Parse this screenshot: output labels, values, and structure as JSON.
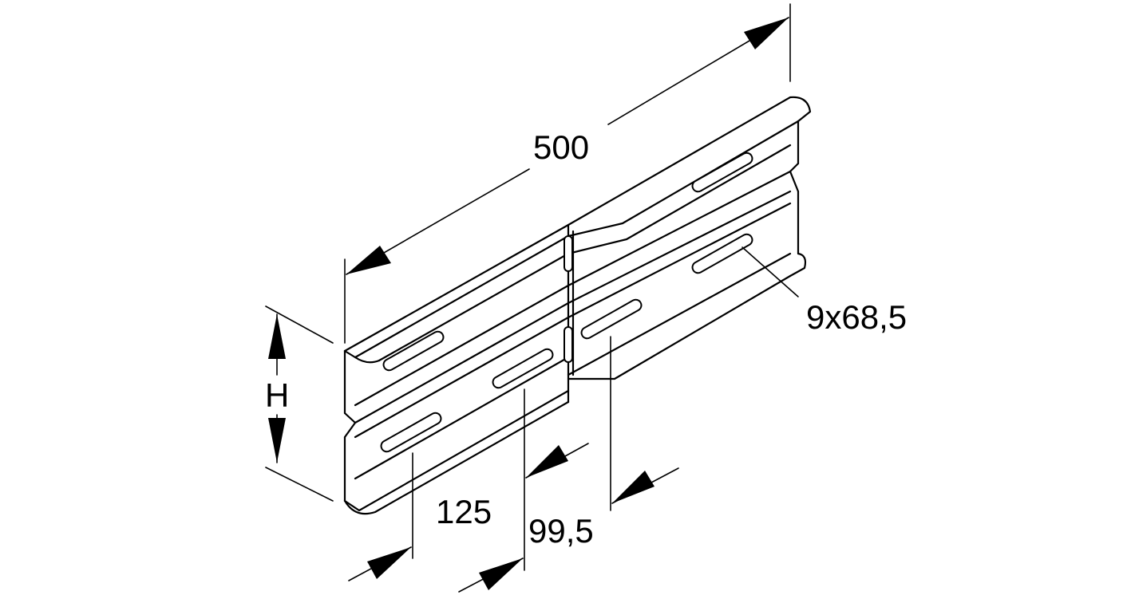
{
  "dimensions": {
    "length": "500",
    "height": "H",
    "slot_spacing": "125",
    "slot_offset": "99,5",
    "slot_size": "9x68,5"
  }
}
